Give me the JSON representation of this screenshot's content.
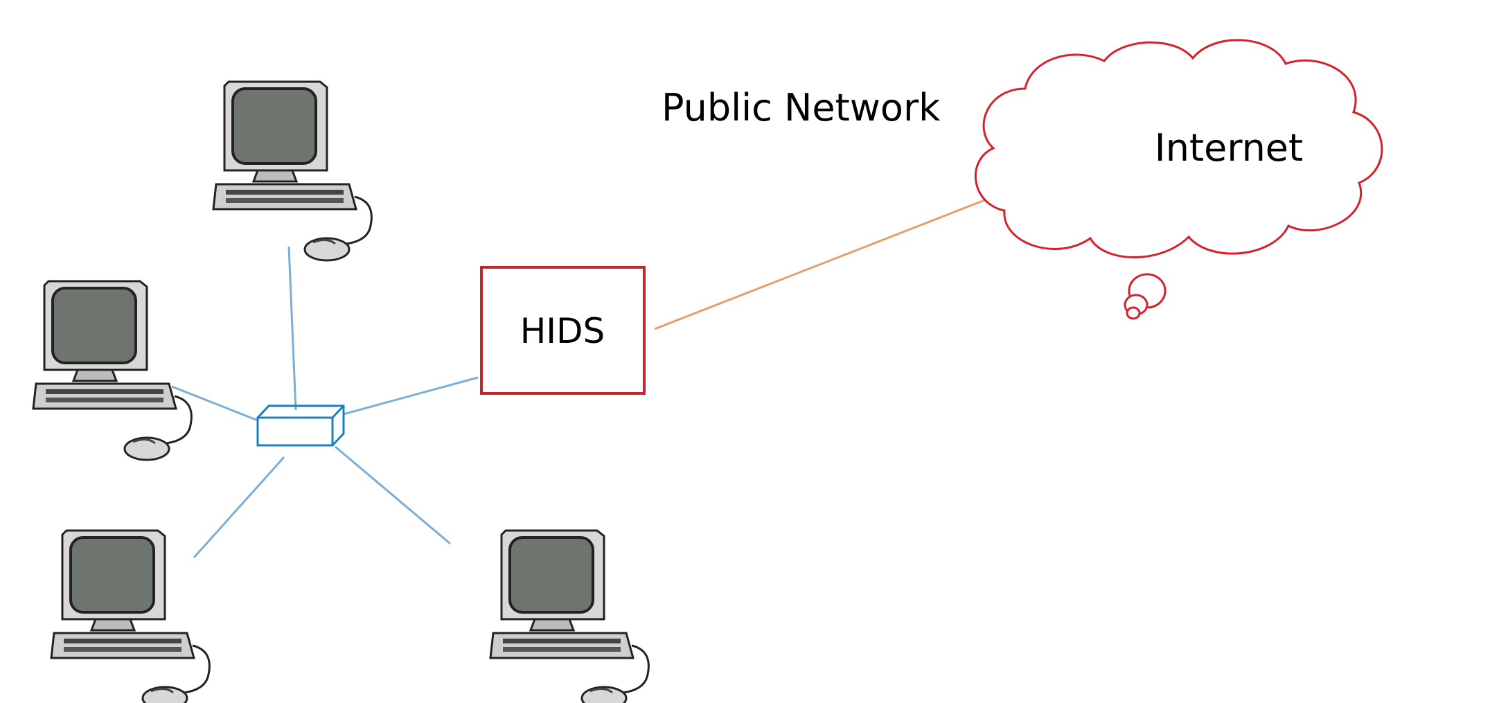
{
  "labels": {
    "public_network": "Public Network",
    "internet": "Internet",
    "hids": "HIDS"
  },
  "colors": {
    "lan_link": "#7aaed6",
    "wan_link": "#e0a070",
    "hids_border": "#c0282e",
    "cloud_stroke": "#d8202a",
    "switch_stroke": "#1a7fc0",
    "computer_screen": "#6e756e"
  },
  "nodes": {
    "computers": [
      "workstation",
      "workstation",
      "workstation",
      "workstation"
    ],
    "switch": "network-switch",
    "hids": "host-intrusion-detection-system",
    "cloud": "internet-cloud"
  }
}
